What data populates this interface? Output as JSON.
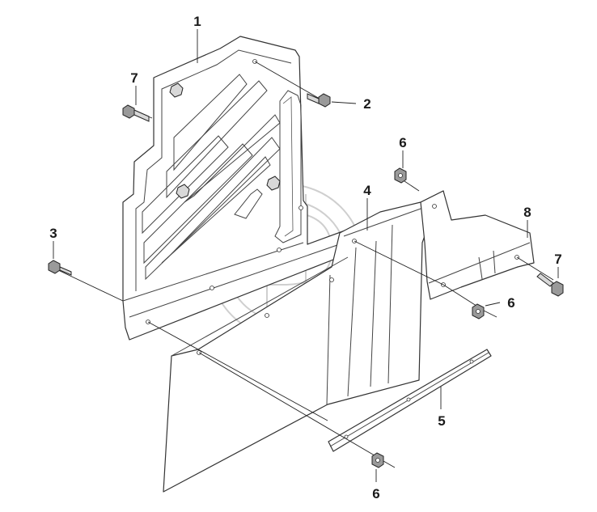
{
  "callouts": [
    {
      "id": "c1",
      "label": "1"
    },
    {
      "id": "c2",
      "label": "2"
    },
    {
      "id": "c3",
      "label": "3"
    },
    {
      "id": "c4",
      "label": "4"
    },
    {
      "id": "c5",
      "label": "5"
    },
    {
      "id": "c6a",
      "label": "6"
    },
    {
      "id": "c6b",
      "label": "6"
    },
    {
      "id": "c6c",
      "label": "6"
    },
    {
      "id": "c7a",
      "label": "7"
    },
    {
      "id": "c7b",
      "label": "7"
    },
    {
      "id": "c8",
      "label": "8"
    }
  ],
  "colors": {
    "line": "#333333",
    "background": "#ffffff",
    "watermark": "#cfcfcf"
  }
}
